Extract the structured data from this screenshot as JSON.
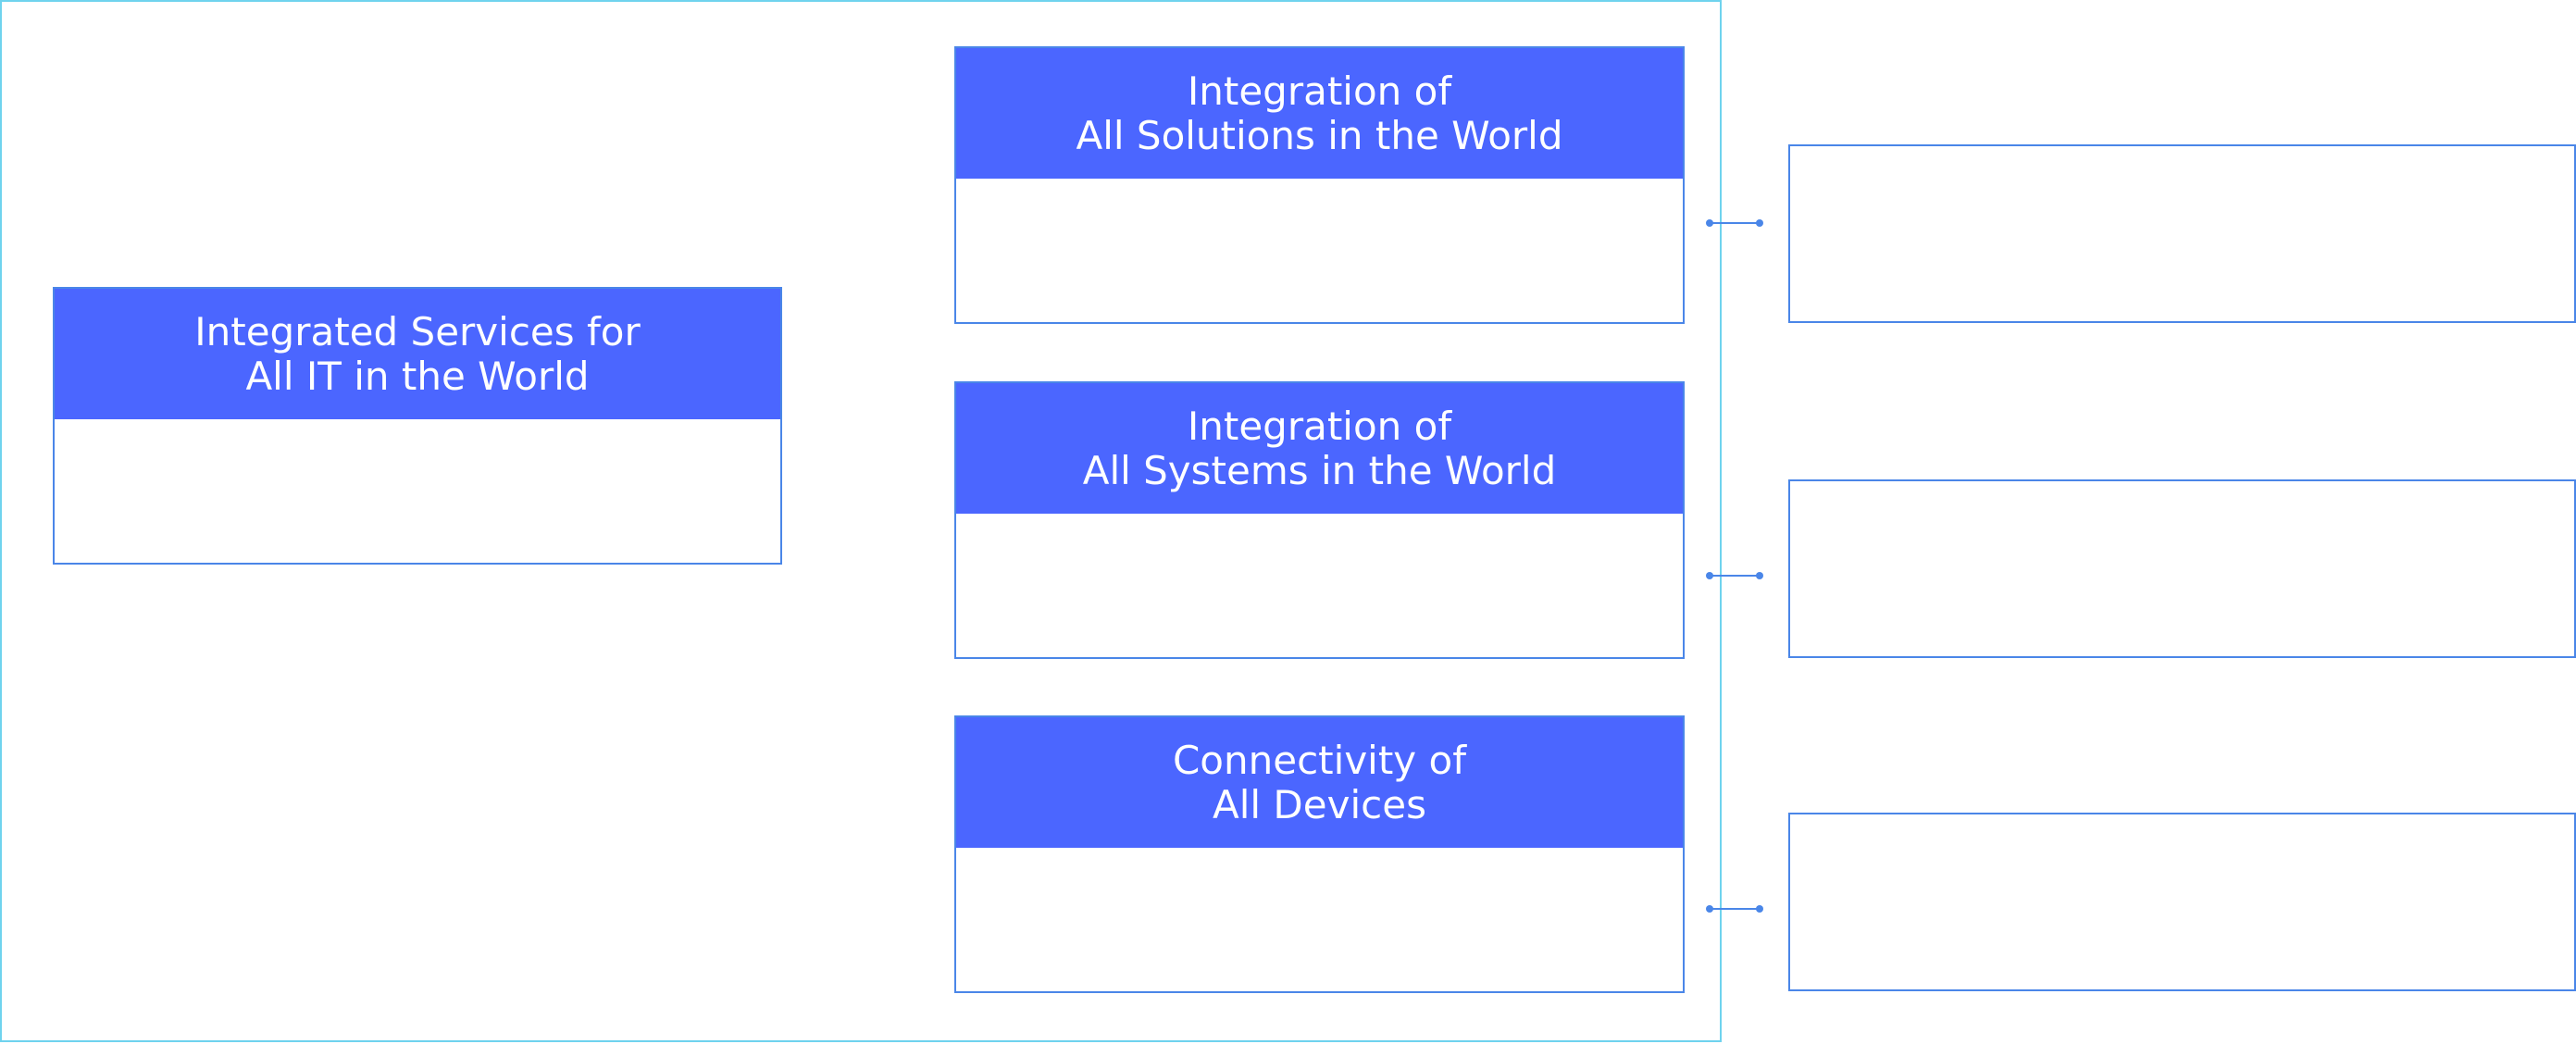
{
  "diagram": {
    "main": {
      "line1": "Integrated Services for",
      "line2": "All IT in the World"
    },
    "pillars": [
      {
        "line1": "Integration of",
        "line2": "All Solutions in the World"
      },
      {
        "line1": "Integration of",
        "line2": "All Systems in the World"
      },
      {
        "line1": "Connectivity of",
        "line2": "All Devices"
      }
    ]
  },
  "colors": {
    "header_fill": "#4b66ff",
    "box_border": "#4a86e8",
    "frame_border": "#6fd3ee"
  }
}
